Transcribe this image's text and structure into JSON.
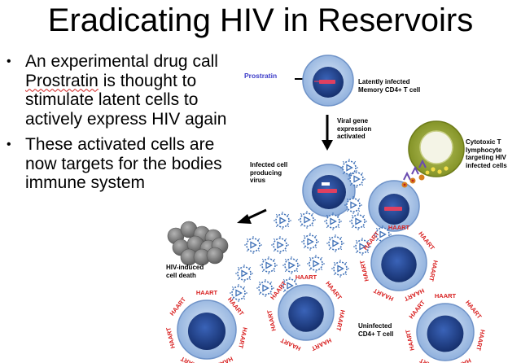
{
  "slide": {
    "title": "Eradicating HIV in Reservoirs",
    "bullets": [
      {
        "pre": "An experimental drug call ",
        "underlined": "Prostratin",
        "post": " is thought to stimulate latent cells to actively express HIV again"
      },
      {
        "pre": "These activated cells are now targets for the bodies immune system",
        "underlined": "",
        "post": ""
      }
    ]
  },
  "diagram": {
    "labels": {
      "prostratin": "Prostratin",
      "latent": "Latently infected\nMemory CD4+ T cell",
      "viral_gene": "Viral gene\nexpression\nactivated",
      "producing": "Infected cell\nproducing\nvirus",
      "cytotoxic": "Cytotoxic T\nlymphocyte\ntargeting HIV\ninfected cells",
      "death": "HIV-induced\ncell death",
      "uninfected": "Uninfected\nCD4+ T cell"
    },
    "drug_label": "HAART",
    "colors": {
      "cell_outer": "#a9c3e6",
      "nucleus": "#1f3f86",
      "ctl_outer": "#8a9a2c",
      "virion": "#3d6fb6",
      "dead_cell": "#7a7a7a",
      "haart": "#d82020"
    }
  }
}
